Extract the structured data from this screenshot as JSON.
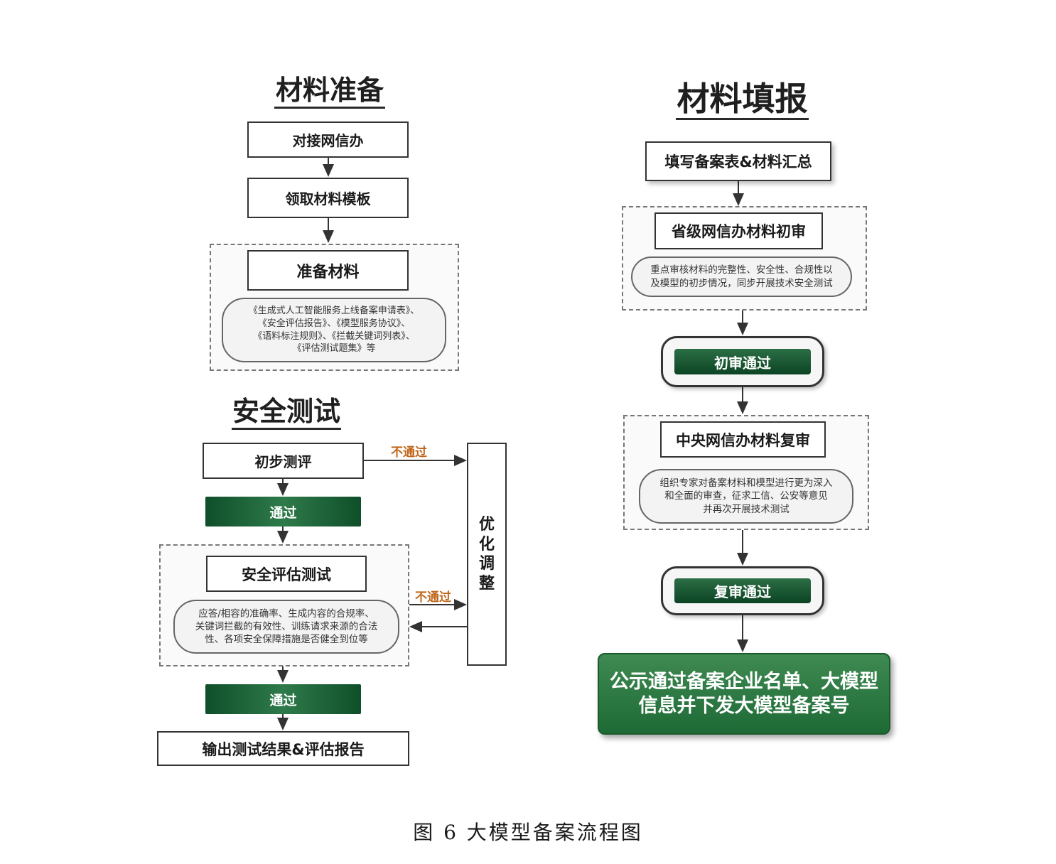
{
  "materials_prep": {
    "title": "材料准备",
    "step1": "对接网信办",
    "step2": "领取材料模板",
    "step3": "准备材料",
    "docs": [
      "《生成式人工智能服务上线备案申请表》、",
      "《安全评估报告》、《模型服务协议》、",
      "《语料标注规则》、《拦截关键词列表》、",
      "《评估测试题集》等"
    ]
  },
  "security_test": {
    "title": "安全测试",
    "initial_eval": "初步测评",
    "fail_label_1": "不通过",
    "pass_label_1": "通过",
    "optimize": [
      "优",
      "化",
      "调",
      "整"
    ],
    "eval_test": "安全评估测试",
    "eval_desc": [
      "应答/相容的准确率、生成内容的合规率、",
      "关键词拦截的有效性、训练请求来源的合法",
      "性、各项安全保障措施是否健全到位等"
    ],
    "fail_label_2": "不通过",
    "pass_label_2": "通过",
    "output": "输出测试结果&评估报告"
  },
  "materials_submit": {
    "title": "材料填报",
    "fill": "填写备案表&材料汇总",
    "provincial_review": "省级网信办材料初审",
    "provincial_desc": [
      "重点审核材料的完整性、安全性、合规性以",
      "及模型的初步情况，同步开展技术安全测试"
    ],
    "initial_pass": "初审通过",
    "central_review": "中央网信办材料复审",
    "central_desc": [
      "组织专家对备案材料和模型进行更为深入",
      "和全面的审查，征求工信、公安等意见",
      "并再次开展技术测试"
    ],
    "review_pass": "复审通过",
    "final": [
      "公示通过备案企业名单、大模型",
      "信息并下发大模型备案号"
    ]
  },
  "caption": "图 6 大模型备案流程图",
  "colors": {
    "dark_green": "#0f4f2a",
    "green": "#2e7a4a",
    "orange": "#c0661a",
    "border": "#333333"
  }
}
